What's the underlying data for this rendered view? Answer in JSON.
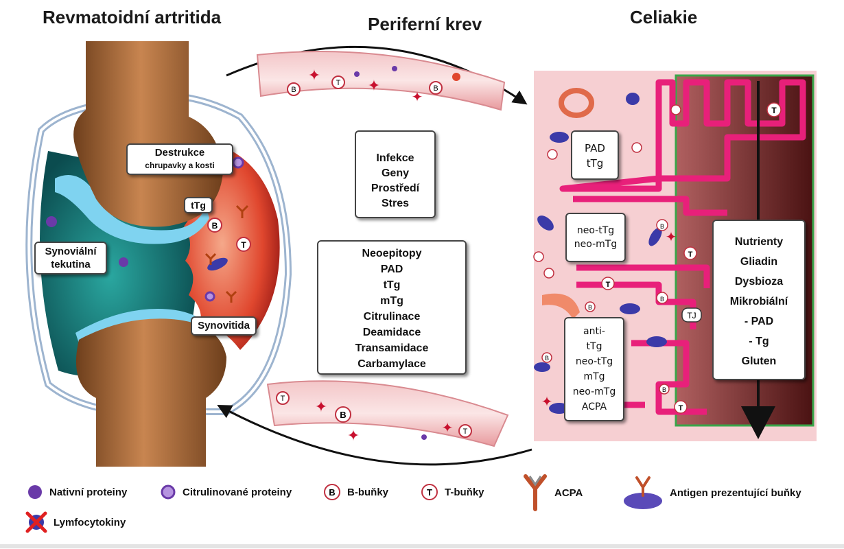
{
  "titles": {
    "left": "Revmatoidní artritida",
    "center": "Periferní krev",
    "right": "Celiakie"
  },
  "joint_labels": {
    "destruction": [
      "Destrukce",
      "chrupavky a kosti"
    ],
    "ttg": "tTg",
    "synovial_fluid": [
      "Synoviální",
      "tekutina"
    ],
    "synovitis": "Synovitida"
  },
  "cell_letters": {
    "b": "B",
    "t": "T",
    "tj": "TJ"
  },
  "factors_box": [
    "Infekce",
    "Geny",
    "Prostředí",
    "Stres"
  ],
  "mechanisms_box": [
    "Neoepitopy",
    "PAD",
    "tTg",
    "mTg",
    "Citrulinace",
    "Deamidace",
    "Transamidace",
    "Carbamylace"
  ],
  "gut_boxes": {
    "pad_ttg": [
      "PAD",
      "tTg"
    ],
    "neo": [
      "neo-tTg",
      "neo-mTg"
    ],
    "anti": [
      "anti-",
      "tTg",
      "neo-tTg",
      "mTg",
      "neo-mTg",
      "ACPA"
    ],
    "nutrients": [
      "Nutrienty",
      "Gliadin",
      "Dysbioza",
      "Mikrobiální",
      "- PAD",
      "- Tg",
      "Gluten"
    ]
  },
  "legend": [
    {
      "icon": "native-protein-icon",
      "label": "Nativní proteiny"
    },
    {
      "icon": "citrullinated-protein-icon",
      "label": "Citrulinované proteiny"
    },
    {
      "icon": "b-cell-icon",
      "label": "B-buňky"
    },
    {
      "icon": "t-cell-icon",
      "label": "T-buňky"
    },
    {
      "icon": "acpa-antibody-icon",
      "label": "ACPA"
    },
    {
      "icon": "antigen-presenting-cell-icon",
      "label": "Antigen prezentující buňky"
    },
    {
      "icon": "lymphocytokine-icon",
      "label": "Lymfocytokiny"
    }
  ],
  "colors": {
    "bone": "#a86a3a",
    "synovial": "#1f8a86",
    "inflammation": "#e0472e",
    "villus": "#e8207a",
    "mucosa": "#f6cfd2",
    "lumen": "#6e2a2a",
    "protein": "#6a3aa8"
  }
}
